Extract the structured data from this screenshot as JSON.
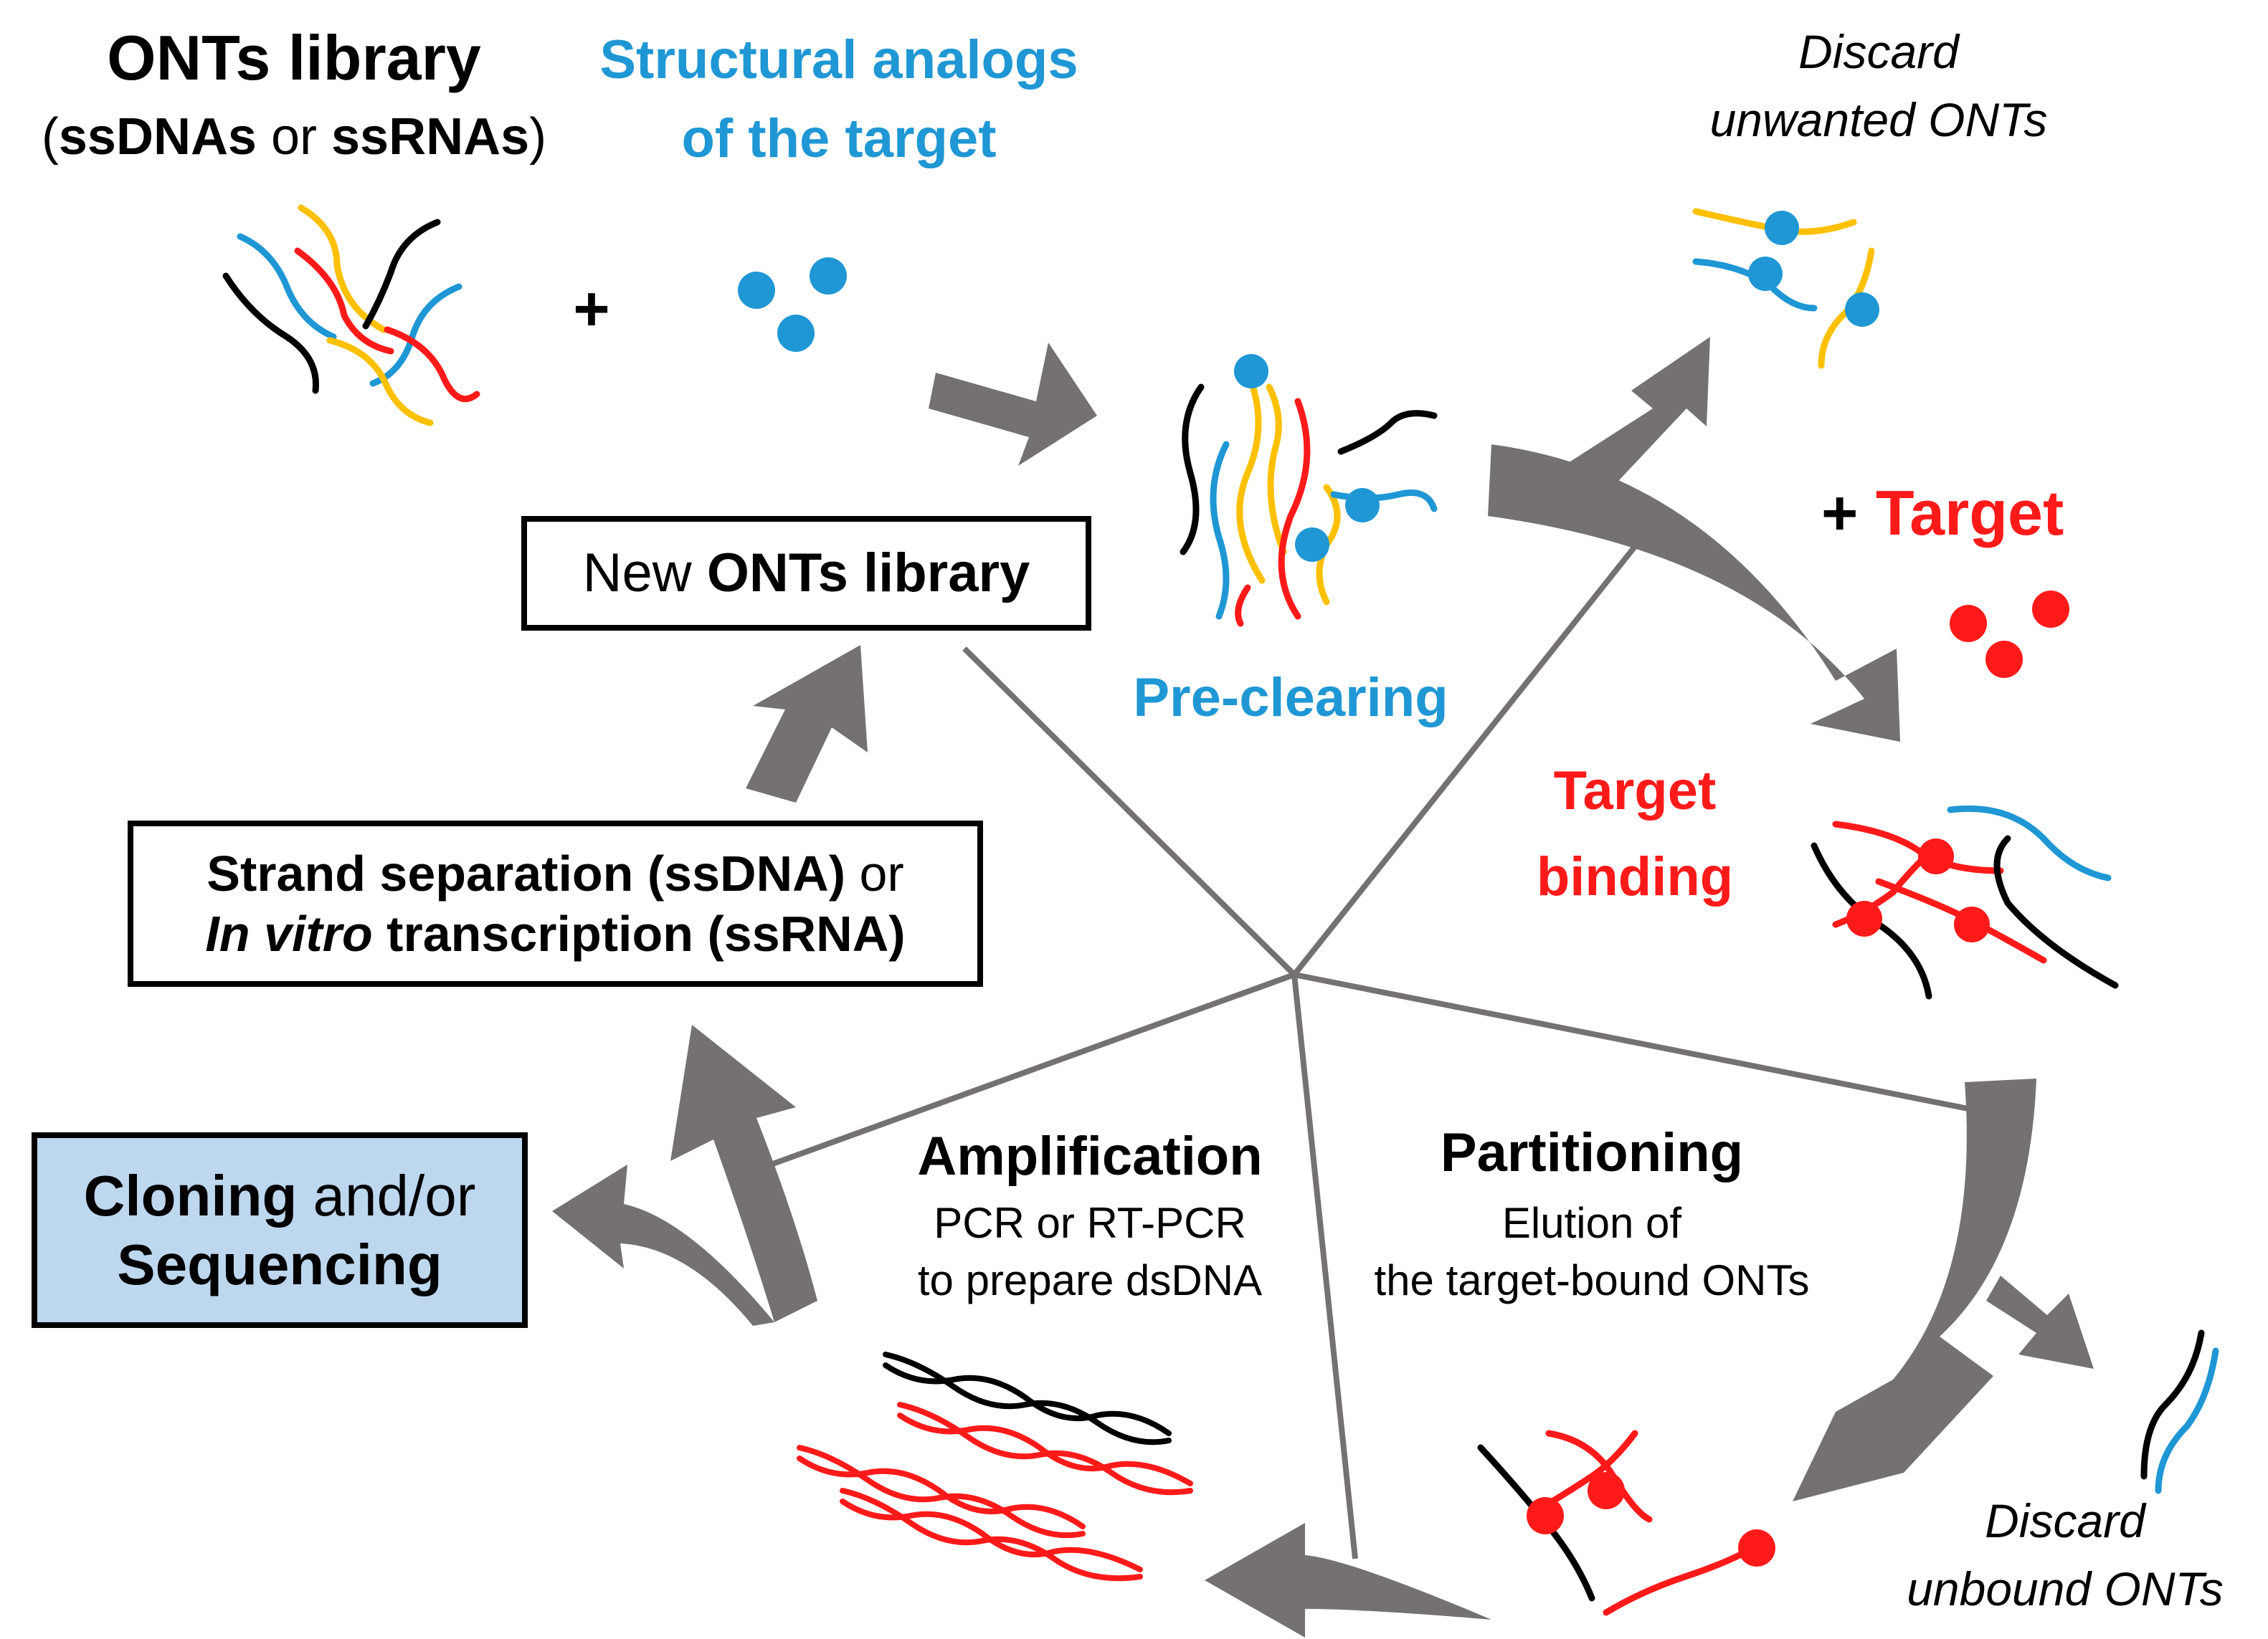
{
  "colors": {
    "arrow": "#767171",
    "line": "#767171",
    "blue": "#1f97d4",
    "red": "#ff1a1a",
    "yellow": "#ffc000",
    "black": "#000000",
    "box_fill_light_blue": "#bdd7ee"
  },
  "labels": {
    "library_title": "ONTs library",
    "library_sub_1": "ssDNAs",
    "library_sub_or": " or ",
    "library_sub_2": "ssRNAs",
    "plus_1": "+",
    "analogs_line1": "Structural analogs",
    "analogs_line2": "of the target",
    "discard_unwanted_1": "Discard",
    "discard_unwanted_2": "unwanted ONTs",
    "plus_target_plus": "+",
    "plus_target_word": "Target",
    "pre_clearing": "Pre-clearing",
    "target_binding_1": "Target",
    "target_binding_2": "binding",
    "amplification_title": "Amplification",
    "amplification_1": "PCR or RT-PCR",
    "amplification_2": "to prepare dsDNA",
    "partitioning_title": "Partitioning",
    "partitioning_1": "Elution of",
    "partitioning_2": "the target-bound ONTs",
    "discard_unbound_1": "Discard",
    "discard_unbound_2": "unbound ONTs"
  },
  "boxes": {
    "new_library_plain": "New ",
    "new_library_bold": "ONTs library",
    "strand_bold_1": "Strand separation (ssDNA)",
    "strand_plain_1": " or",
    "strand_italic_2": "In vitro",
    "strand_bold_2": " transcription (ssRNA)",
    "cloning_bold_1": "Cloning",
    "cloning_plain_1": " and/or",
    "cloning_bold_2": "Sequencing"
  }
}
